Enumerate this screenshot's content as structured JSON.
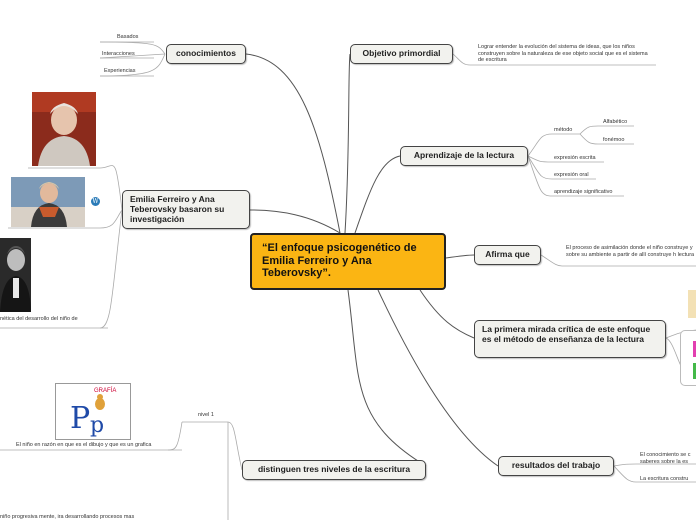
{
  "central": {
    "title": "“El enfoque psicogenético de Emilia Ferreiro y Ana Teberovsky”."
  },
  "topics": {
    "conocimientos": "conocimientos",
    "objetivo": "Objetivo primordial",
    "emilia": "Emilia Ferreiro y Ana Teberovsky  basaron su investigación",
    "aprendizaje": "Aprendizaje de la lectura",
    "afirma": "Afirma que",
    "primera": "La primera mirada  crítica de este enfoque es el método de enseñanza de la lectura",
    "resultados": "resultados del trabajo",
    "niveles": "distinguen tres niveles de la escritura"
  },
  "subtopics": {
    "basados": "Basados",
    "interacciones": "Interacciones",
    "experiencias": "Experiencias",
    "objetivo_text": "Lograr entender  la evolución del sistema de ideas, que los niños construyen sobre la naturaleza de ese objeto social que es el sistema de escritura",
    "metodo": "método",
    "alfabetico": "Alfabético",
    "fonemo": "fonémoo",
    "expresion_escrita": "expresión escrita",
    "expresion_oral": "expresión oral",
    "aprendizaje_significativo": "aprendizaje significativo",
    "afirma_text": "El proceso de asimilación donde el niño construye  y sobre su ambiente a partir de allí construye h lectura",
    "resultados_1": "El conocimiento se c saberes  sobre la es",
    "resultados_2": "La escritura constru",
    "nivel1": "nivel 1",
    "nivel1_text": "El niño en razón en que es el dibujo y que es un grafica",
    "nivel2_text": "niño progresiva mente, ira desarrollando procesos mas",
    "emilia_caption": "nética del desarrollo  del niño de"
  },
  "image_labels": {
    "grafia": "GRAFÍA"
  },
  "icons": [
    "wordpress-icon"
  ],
  "colors": {
    "central": "#fbb513",
    "node_bg": "#f2f2ee",
    "line": "#555555"
  }
}
